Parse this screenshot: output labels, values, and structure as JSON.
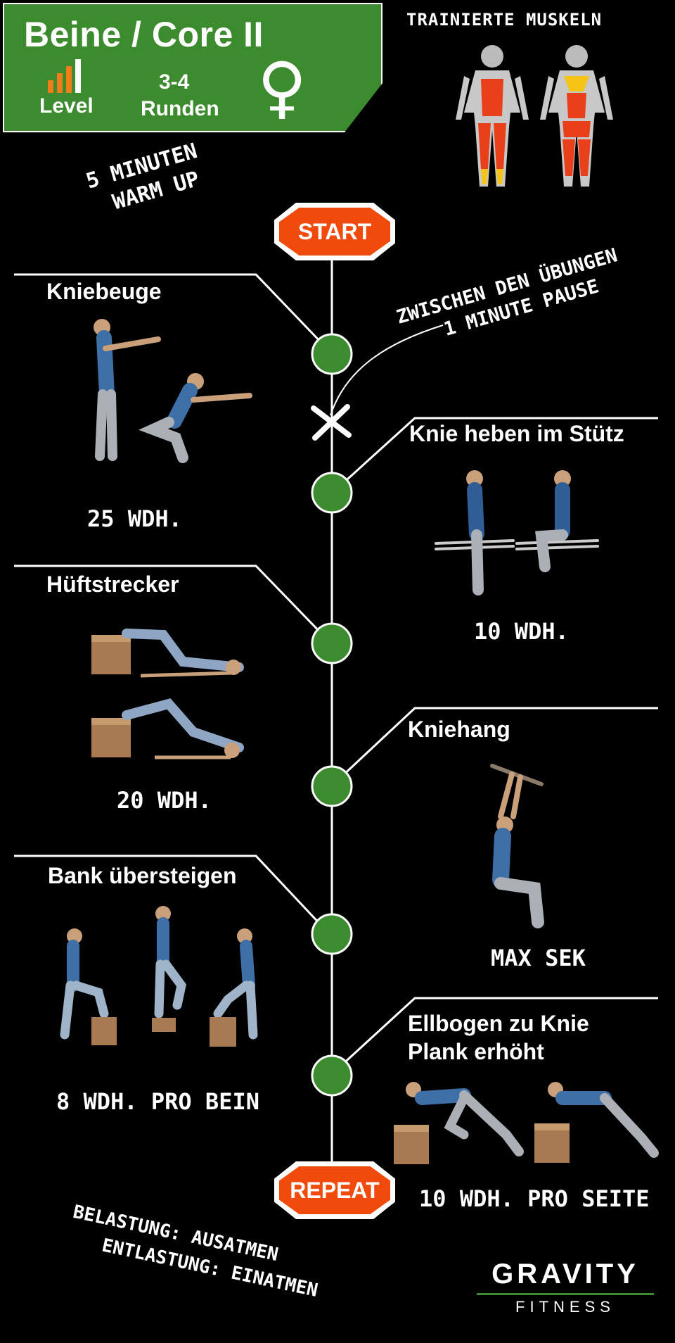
{
  "header": {
    "title": "Beine / Core II",
    "level_label": "Level",
    "rounds_value": "3-4",
    "rounds_label": "Runden",
    "gender_symbol": "♀",
    "bar_icon": "level-bars-icon"
  },
  "muscles_title": "TRAINIERTE MUSKELN",
  "warmup_line1": "5 MINUTEN",
  "warmup_line2": "WARM UP",
  "pause_line1": "ZWISCHEN DEN ÜBUNGEN",
  "pause_line2": "1 MINUTE PAUSE",
  "start_label": "START",
  "repeat_label": "REPEAT",
  "exercises": [
    {
      "title": "Kniebeuge",
      "reps": "25 WDH."
    },
    {
      "title": "Knie heben im Stütz",
      "reps": "10 WDH."
    },
    {
      "title": "Hüftstrecker",
      "reps": "20 WDH."
    },
    {
      "title": "Kniehang",
      "reps": "MAX SEK"
    },
    {
      "title": "Bank übersteigen",
      "reps": "8 WDH. PRO BEIN"
    },
    {
      "title_line1": "Ellbogen zu Knie",
      "title_line2": "Plank erhöht",
      "reps": "10 WDH. PRO SEITE"
    }
  ],
  "breathing_line1": "BELASTUNG: AUSATMEN",
  "breathing_line2": "ENTLASTUNG: EINATMEN",
  "logo": {
    "brand": "GRAVITY",
    "sub": "FITNESS"
  },
  "colors": {
    "green": "#3d8b2f",
    "orange_sign": "#f04a0c",
    "level_bar": "#f07d17",
    "muscle_red": "#e8401a",
    "muscle_yellow": "#f5c416"
  }
}
